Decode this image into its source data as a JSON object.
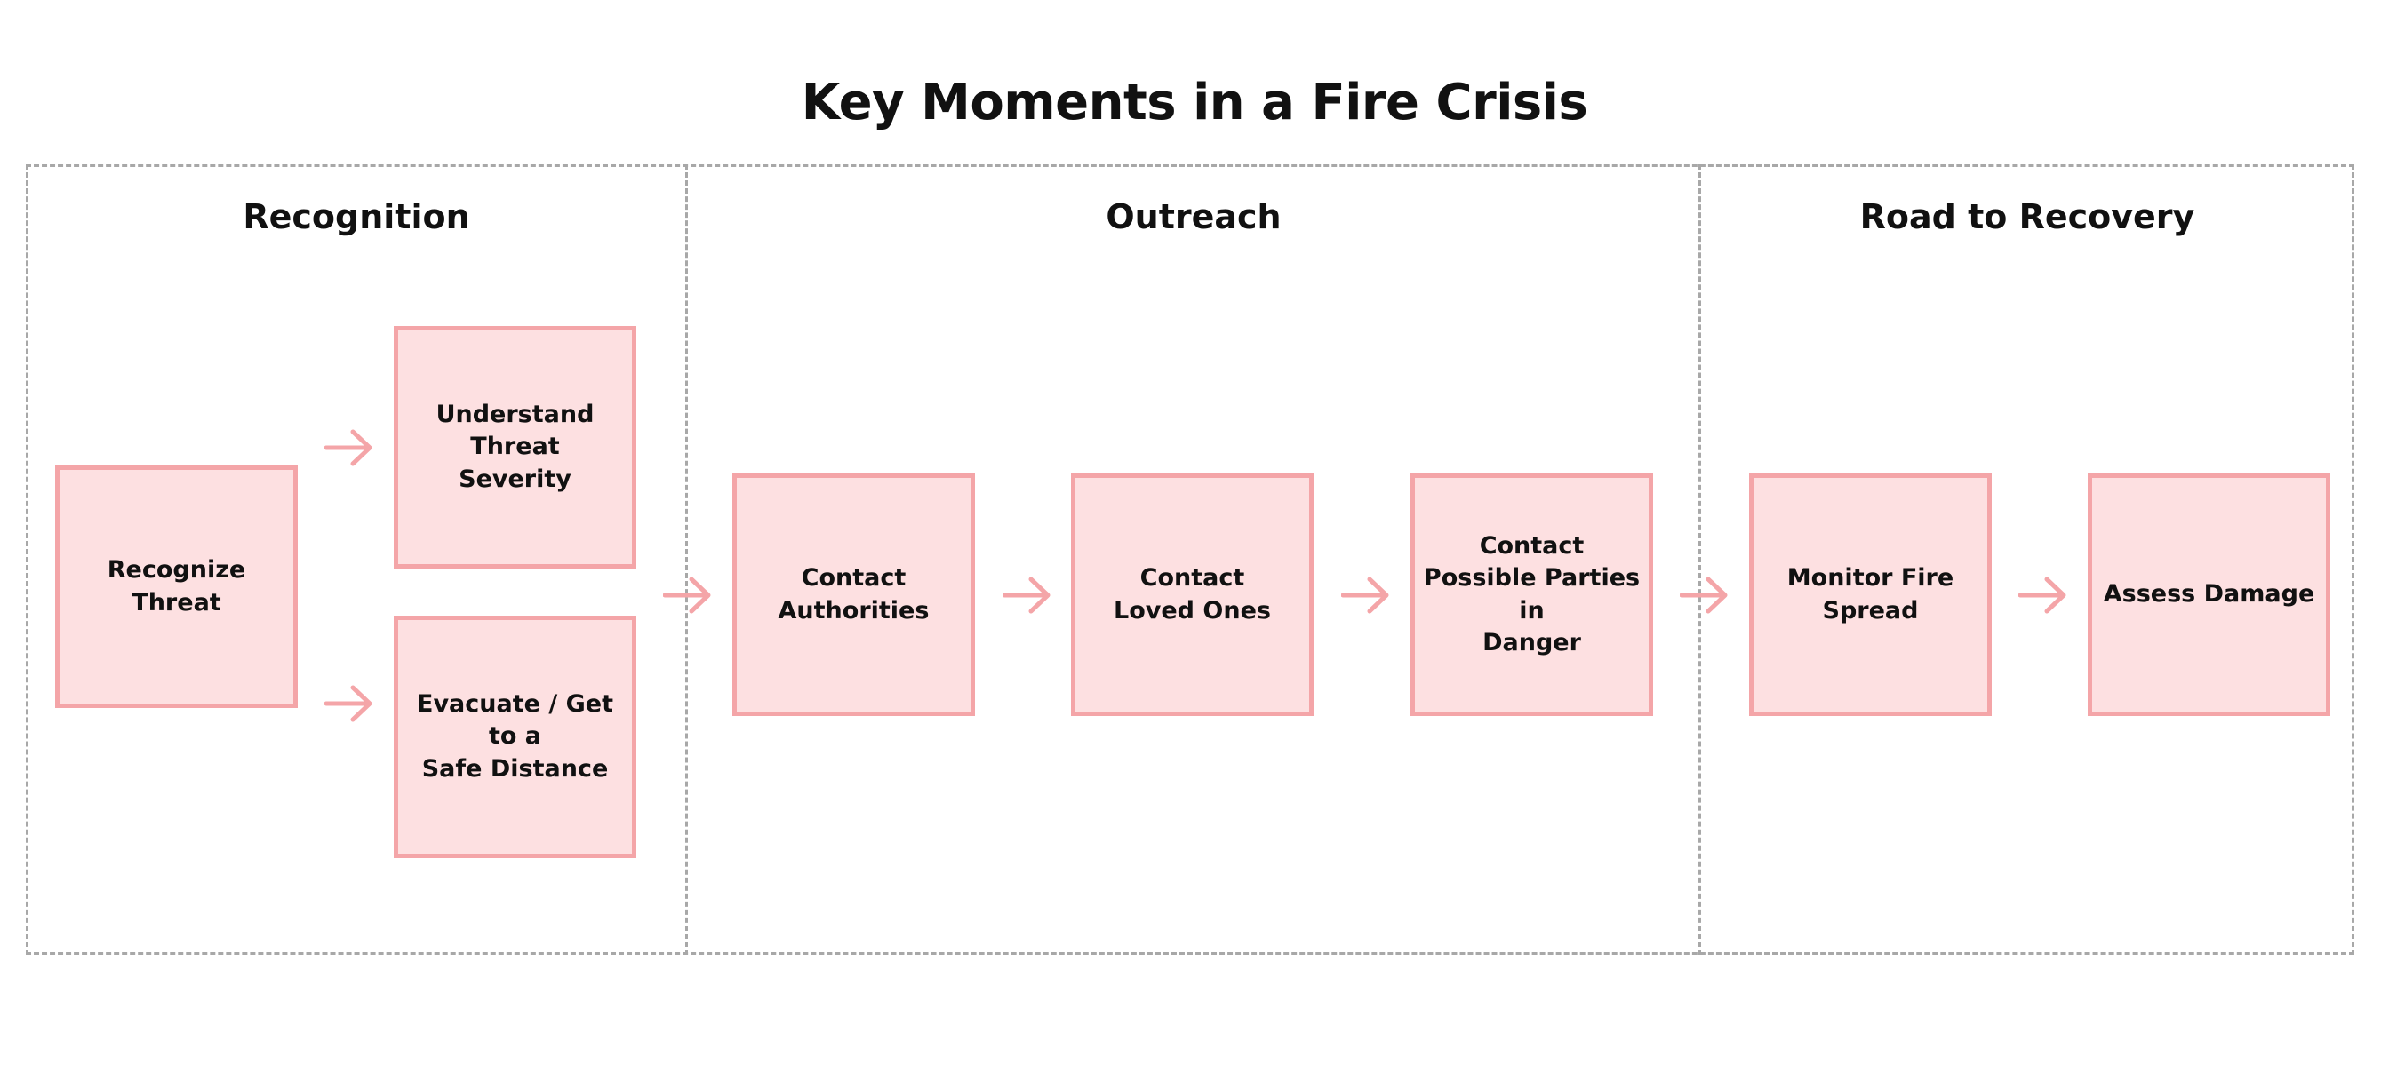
{
  "title": "Key Moments in a Fire Crisis",
  "colors": {
    "node_fill": "#fde0e1",
    "node_border": "#f4a5a8",
    "arrow": "#f4a5a8",
    "dashed_border": "#a8a8a8"
  },
  "sections": [
    {
      "title": "Recognition"
    },
    {
      "title": "Outreach"
    },
    {
      "title": "Road to Recovery"
    }
  ],
  "nodes": {
    "recognize_threat": "Recognize Threat",
    "understand_threat_severity": "Understand Threat\nSeverity",
    "evacuate": "Evacuate / Get to a\nSafe Distance",
    "contact_authorities": "Contact\nAuthorities",
    "contact_loved_ones": "Contact\nLoved Ones",
    "contact_parties": "Contact\nPossible Parties in\nDanger",
    "monitor_fire_spread": "Monitor Fire\nSpread",
    "assess_damage": "Assess Damage"
  }
}
